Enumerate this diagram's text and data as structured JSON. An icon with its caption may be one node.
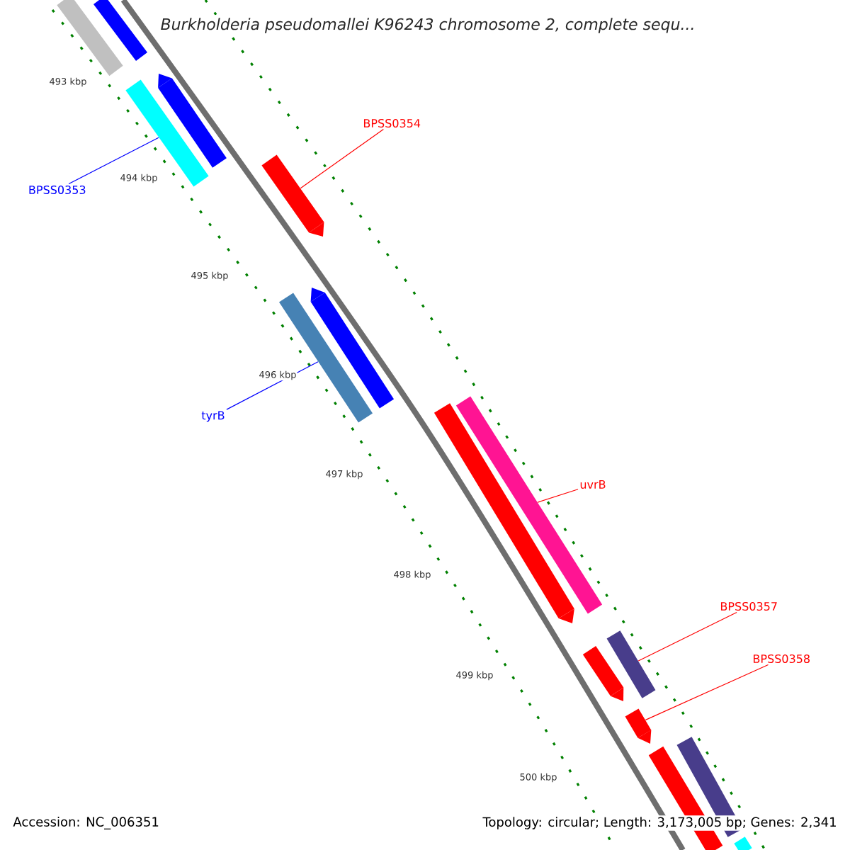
{
  "diagram": {
    "title": "Burkholderia pseudomallei K96243 chromosome 2, complete sequ...",
    "nodes": [
      {
        "text": [
          "BPSS0354"
        ]
      },
      {
        "text": [],
        "shape": "bar"
      },
      {
        "text": [
          "BPSS0353"
        ]
      },
      {
        "text": [],
        "shape": "bar"
      },
      {
        "text": [
          "tyrB"
        ]
      },
      {
        "text": [],
        "shape": "bar"
      },
      {
        "text": [
          "uvrB"
        ]
      },
      {
        "text": [],
        "shape": "bar"
      },
      {
        "text": [
          "BPSS0357"
        ]
      },
      {
        "text": [],
        "shape": "bar"
      },
      {
        "text": [
          "BPSS0358"
        ]
      },
      {
        "text": [],
        "shape": "bar"
      },
      {
        "text": [],
        "shape": "bar"
      },
      {
        "text": [],
        "shape": "bar"
      },
      {
        "text": [],
        "shape": "bar"
      },
      {
        "text": [],
        "shape": "bar"
      },
      {
        "text": [],
        "shape": "bar"
      },
      {
        "text": [],
        "shape": "bar"
      },
      {
        "text": [],
        "shape": "bar"
      },
      {
        "text": [],
        "shape": "bar"
      },
      {
        "text": [],
        "shape": "bar"
      }
    ],
    "edges": [
      {
        "from": 0,
        "to": 1,
        "arrow": "none"
      },
      {
        "from": 2,
        "to": 3,
        "arrow": "none",
        "color": "#0000ff"
      },
      {
        "from": 4,
        "to": 5,
        "arrow": "none",
        "color": "#0000ff"
      },
      {
        "from": 6,
        "to": 7,
        "arrow": "none"
      },
      {
        "from": 8,
        "to": 9,
        "arrow": "none"
      },
      {
        "from": 10,
        "to": 11,
        "arrow": "none"
      }
    ],
    "labels": [
      "493 kbp",
      "494 kbp",
      "495 kbp",
      "496 kbp",
      "497 kbp",
      "498 kbp",
      "499 kbp",
      "500 kbp",
      "Accession: NC_006351",
      "Topology: circular; Length: 3,173,005 bp; Genes: 2,341"
    ]
  }
}
